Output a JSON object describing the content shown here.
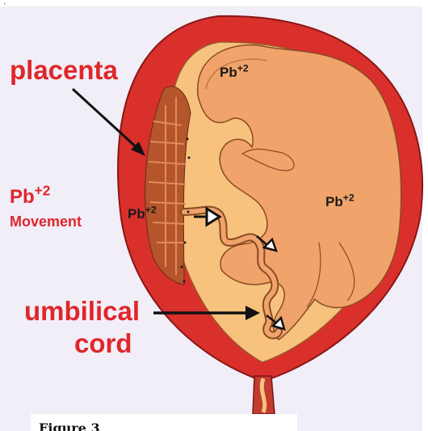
{
  "labels": {
    "placenta": "placenta",
    "pb": "Pb",
    "charge": "+2",
    "movement": "Movement",
    "umbilical": "umbilical",
    "cord": "cord"
  },
  "fetus_labels": [
    {
      "base": "Pb",
      "charge": "+2"
    },
    {
      "base": "Pb",
      "charge": "+2"
    },
    {
      "base": "Pb",
      "charge": "+2"
    }
  ],
  "caption": "Figure 3",
  "mark": "'",
  "colors": {
    "uterus_wall": "#d9302c",
    "uterus_outline": "#8a1616",
    "amniotic": "#f7c27d",
    "fetus": "#f0a36a",
    "fetus_outline": "#8a4a24",
    "placenta": "#b4552c",
    "label_red": "#e0262a",
    "background": "#f1eef7"
  },
  "icons": [
    "arrow-icon",
    "hollow-arrow-icon"
  ]
}
